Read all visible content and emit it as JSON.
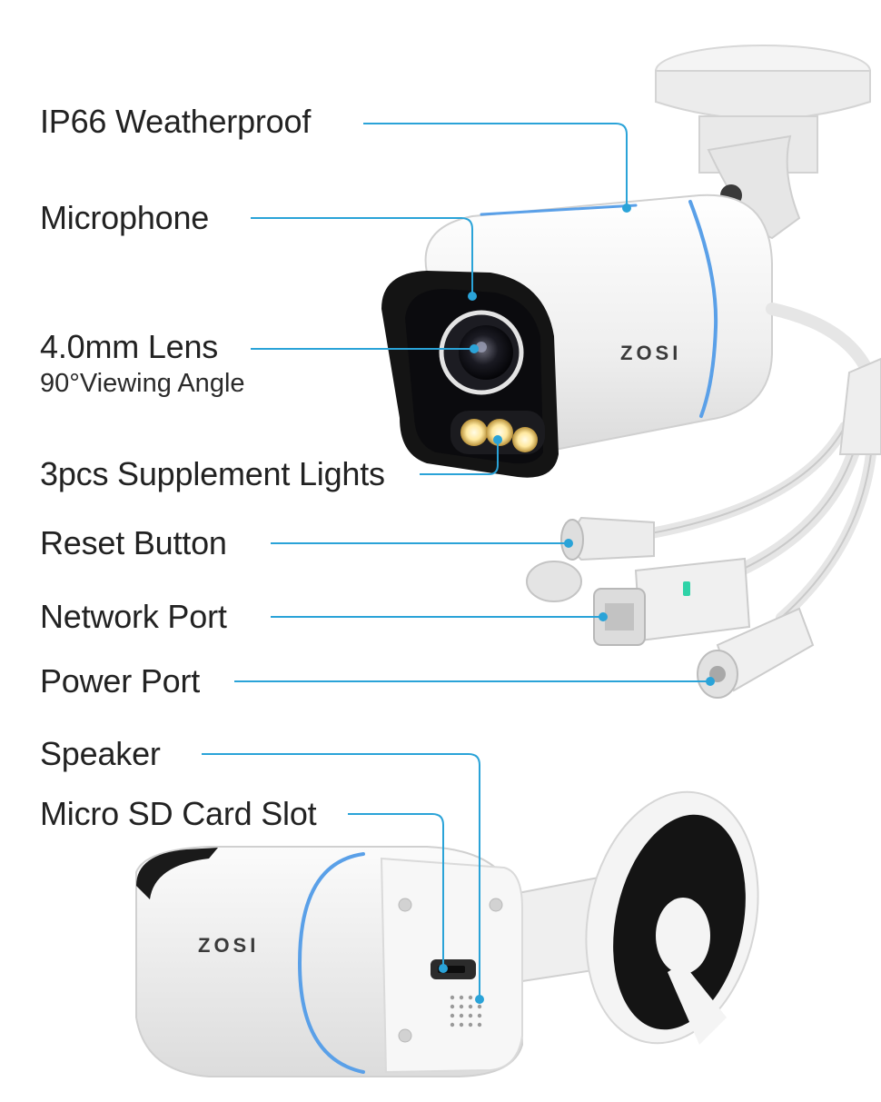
{
  "features": {
    "weatherproof": "IP66 Weatherproof",
    "microphone": "Microphone",
    "lens": "4.0mm Lens",
    "viewing_angle": "90°Viewing Angle",
    "lights": "3pcs Supplement Lights",
    "reset": "Reset Button",
    "network": "Network Port",
    "power": "Power Port",
    "speaker": "Speaker",
    "sd_slot": "Micro SD Card Slot"
  },
  "brand": {
    "front": "ZOSI",
    "rear": "ZOSI"
  },
  "colors": {
    "callout_line": "#2aa3d8",
    "accent_ring": "#5aa0e8",
    "camera_body": "#f2f2f2",
    "visor": "#141414"
  }
}
